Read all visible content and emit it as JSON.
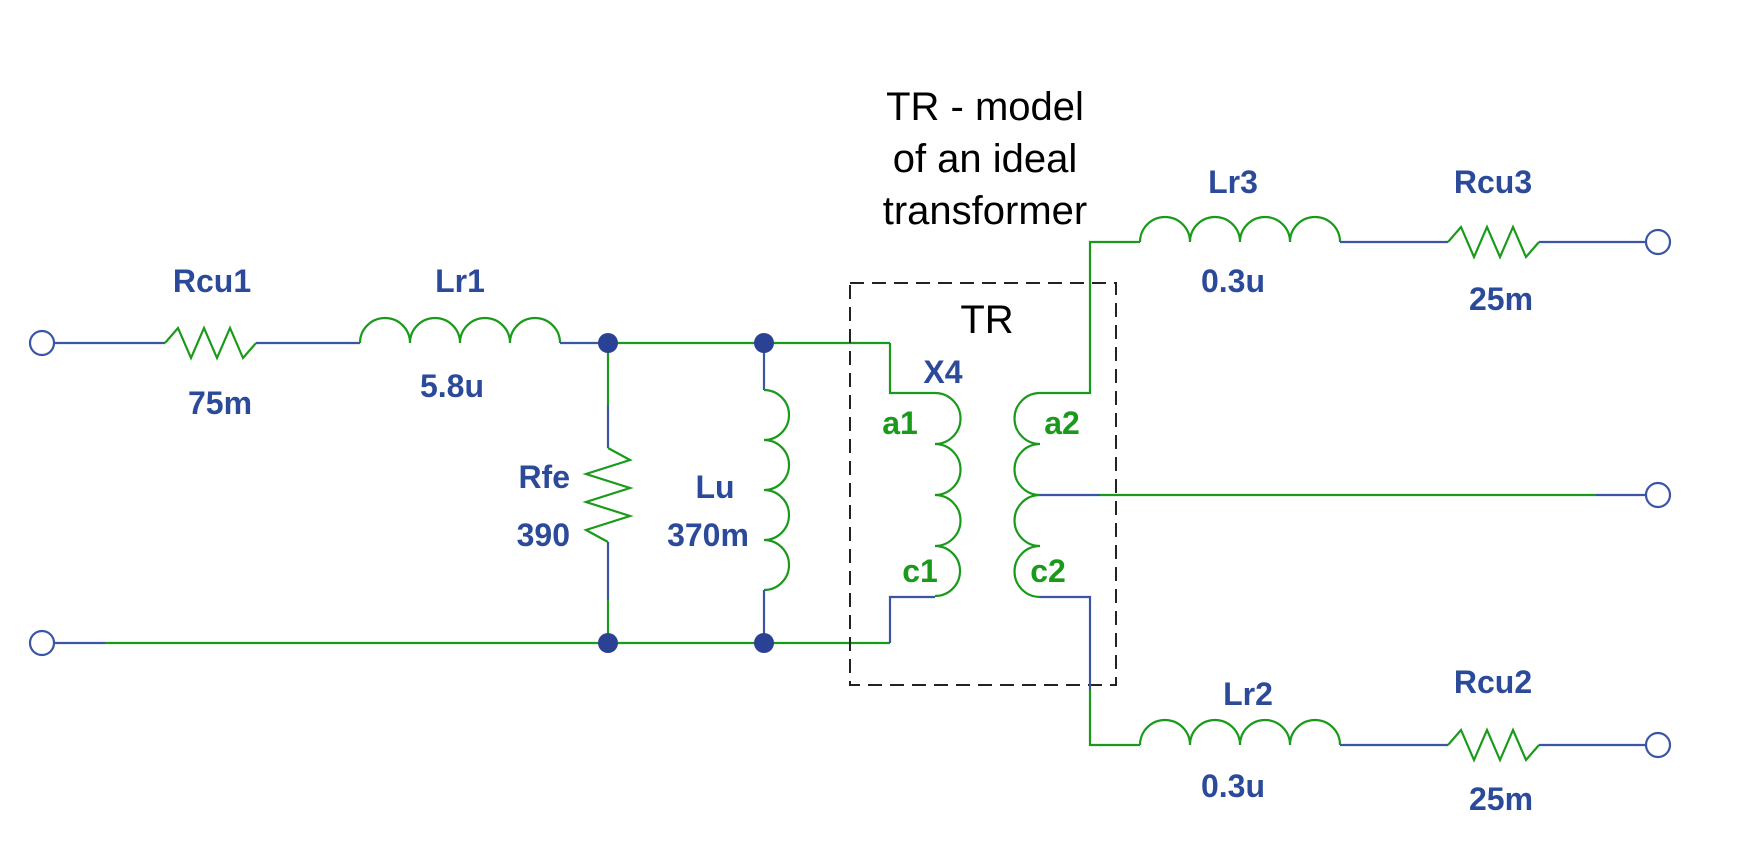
{
  "annotation": {
    "lines": [
      "TR - model",
      "of an ideal",
      "transformer"
    ],
    "box_label": "TR"
  },
  "colors": {
    "wire_blue": "#3a55a6",
    "wire_green": "#1a9a1a",
    "label_blue": "#2b4a9a",
    "label_green": "#1a9a1a"
  },
  "components": {
    "rcu1": {
      "name": "Rcu1",
      "value": "75m"
    },
    "lr1": {
      "name": "Lr1",
      "value": "5.8u"
    },
    "rfe": {
      "name": "Rfe",
      "value": "390"
    },
    "lu": {
      "name": "Lu",
      "value": "370m"
    },
    "x4": {
      "name": "X4",
      "pin_a1": "a1",
      "pin_c1": "c1",
      "pin_a2": "a2",
      "pin_c2": "c2"
    },
    "lr3": {
      "name": "Lr3",
      "value": "0.3u"
    },
    "rcu3": {
      "name": "Rcu3",
      "value": "25m"
    },
    "lr2": {
      "name": "Lr2",
      "value": "0.3u"
    },
    "rcu2": {
      "name": "Rcu2",
      "value": "25m"
    }
  }
}
